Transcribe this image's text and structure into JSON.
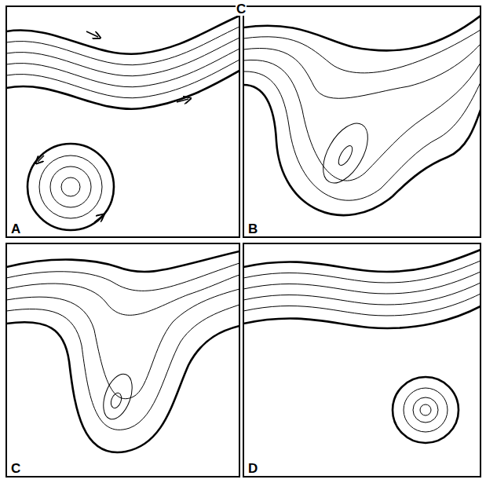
{
  "diagram": {
    "labels": [
      "C",
      "A",
      "B",
      "C",
      "D"
    ]
  }
}
